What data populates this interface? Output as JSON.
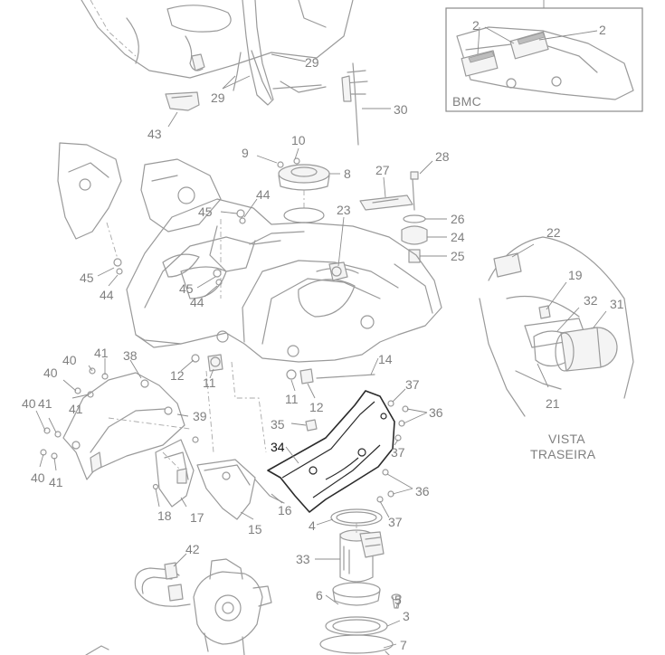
{
  "diagram": {
    "callouts": {
      "c2a": "2",
      "c2b": "2",
      "c3": "3",
      "c4": "4",
      "c5": "5",
      "c6": "6",
      "c7": "7",
      "c8": "8",
      "c9": "9",
      "c10": "10",
      "c11a": "11",
      "c11b": "11",
      "c12a": "12",
      "c12b": "12",
      "c14": "14",
      "c15": "15",
      "c16": "16",
      "c17": "17",
      "c18": "18",
      "c19": "19",
      "c21": "21",
      "c22": "22",
      "c23": "23",
      "c24": "24",
      "c25": "25",
      "c26": "26",
      "c27": "27",
      "c28": "28",
      "c29a": "29",
      "c29b": "29",
      "c30": "30",
      "c31": "31",
      "c32": "32",
      "c33": "33",
      "c34": "34",
      "c35": "35",
      "c36a": "36",
      "c36b": "36",
      "c37a": "37",
      "c37b": "37",
      "c37c": "37",
      "c38": "38",
      "c39": "39",
      "c40a": "40",
      "c40b": "40",
      "c40c": "40",
      "c40d": "40",
      "c41a": "41",
      "c41b": "41",
      "c41c": "41",
      "c42": "42",
      "c43": "43",
      "c44a": "44",
      "c44b": "44",
      "c44c": "44",
      "c45a": "45",
      "c45b": "45",
      "c45c": "45"
    },
    "inset_label": "BMC",
    "rear_view_caption_line1": "VISTA",
    "rear_view_caption_line2": "TRASEIRA"
  }
}
